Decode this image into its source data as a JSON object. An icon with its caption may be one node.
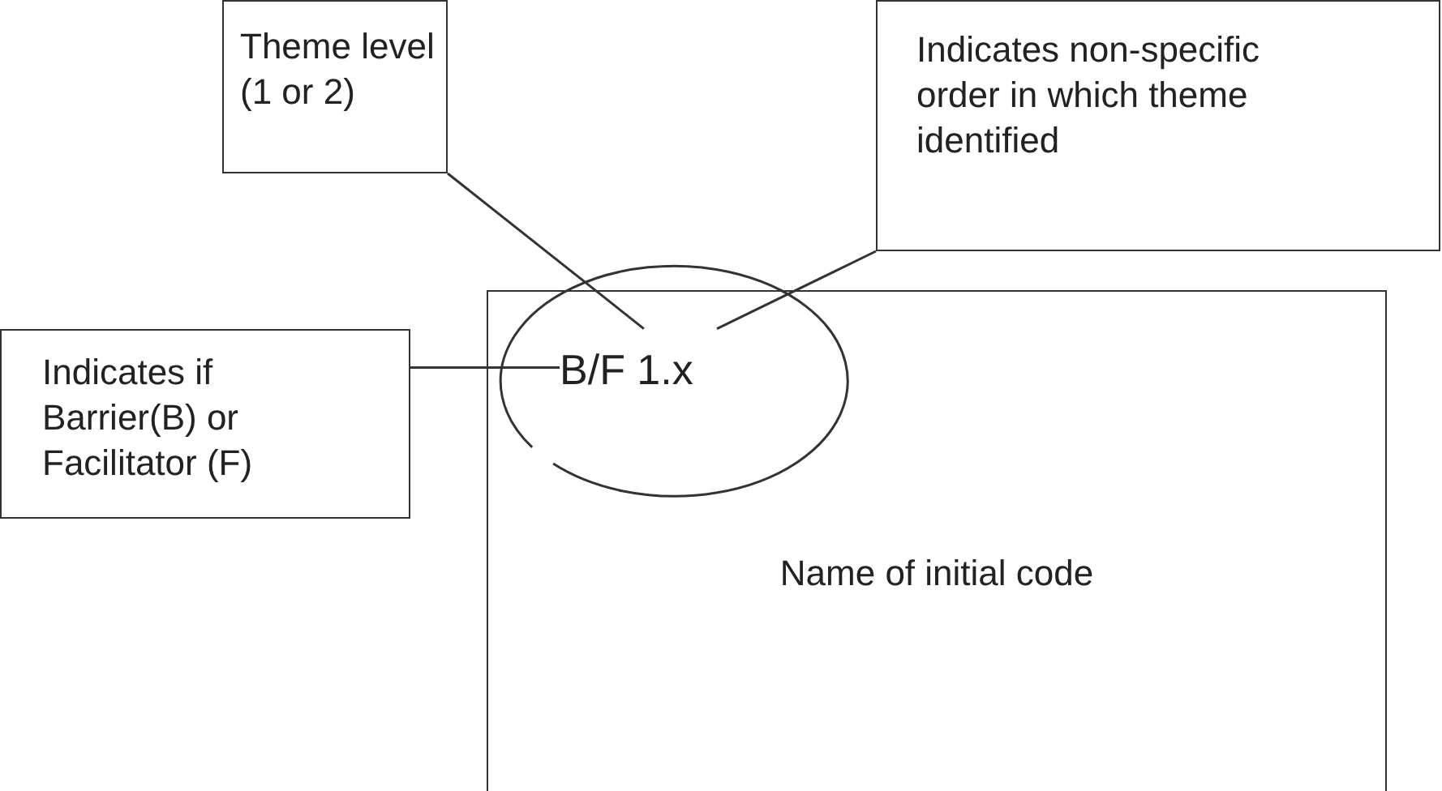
{
  "diagram": {
    "nodes": [
      {
        "text": [
          "Theme level (1 or 2)"
        ]
      },
      {
        "text": [
          "Indicates non-specific order in which theme identified"
        ]
      },
      {
        "text": [
          "Indicates if Barrier(B) or Facilitator (F)"
        ]
      },
      {
        "text": [
          "B/F 1.x"
        ]
      },
      {
        "text": [
          "Name of initial code"
        ]
      }
    ],
    "edges": [
      {
        "from": 0,
        "to": 3,
        "arrow": "none"
      },
      {
        "from": 1,
        "to": 3,
        "arrow": "none"
      },
      {
        "from": 2,
        "to": 3,
        "arrow": "none"
      }
    ]
  }
}
